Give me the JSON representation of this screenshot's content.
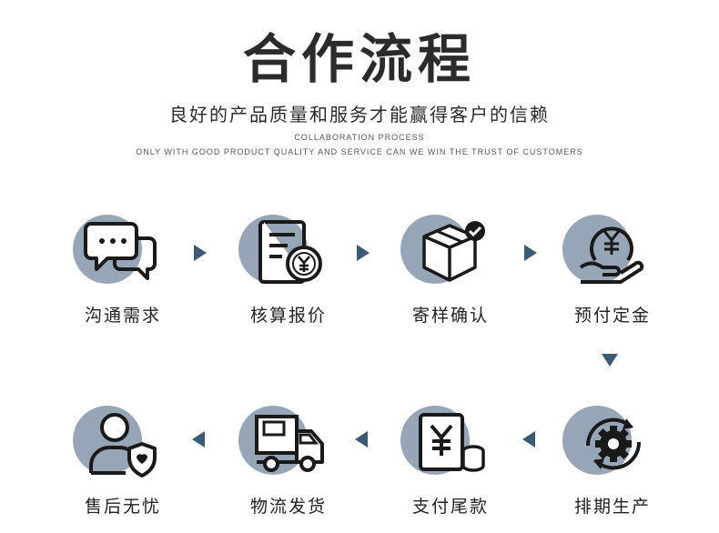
{
  "header": {
    "title": "合作流程",
    "subtitle": "良好的产品质量和服务才能赢得客户的信赖",
    "en_line1": "COLLABORATION PROCESS",
    "en_line2": "ONLY WITH GOOD PRODUCT QUALITY AND SERVICE CAN WE WIN THE TRUST OF CUSTOMERS"
  },
  "steps": [
    {
      "label": "沟通需求",
      "icon": "chat-bubbles-icon"
    },
    {
      "label": "核算报价",
      "icon": "invoice-yen-icon"
    },
    {
      "label": "寄样确认",
      "icon": "box-check-icon"
    },
    {
      "label": "预付定金",
      "icon": "hand-yen-coin-icon"
    },
    {
      "label": "排期生产",
      "icon": "gear-cycle-icon"
    },
    {
      "label": "支付尾款",
      "icon": "yen-card-coins-icon"
    },
    {
      "label": "物流发货",
      "icon": "delivery-truck-icon"
    },
    {
      "label": "售后无忧",
      "icon": "user-shield-icon"
    }
  ],
  "colors": {
    "circle": "#97a6b6",
    "arrow": "#3b5a73",
    "icon_stroke": "#1a1a1a"
  }
}
